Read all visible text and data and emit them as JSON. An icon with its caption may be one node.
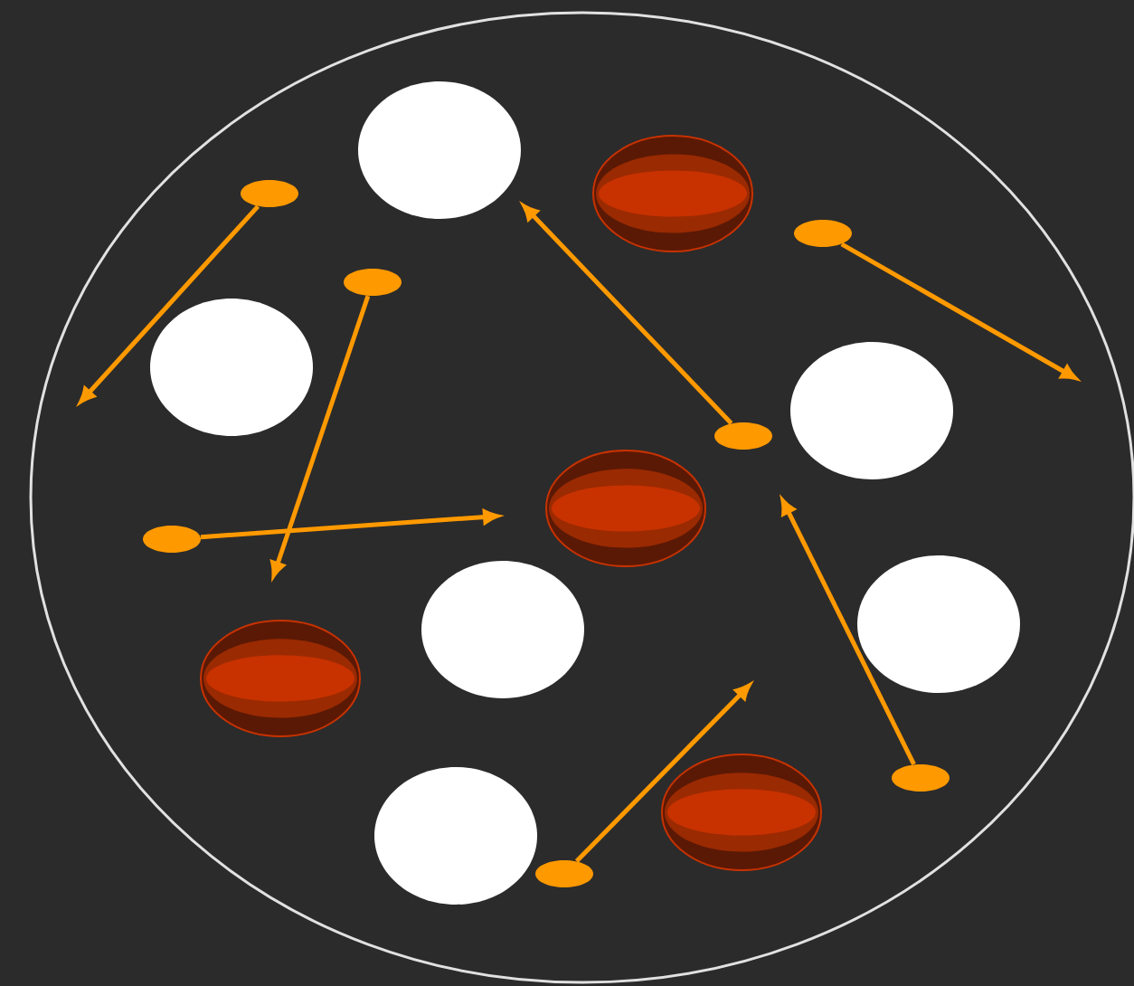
{
  "diagram": {
    "nodes": [
      {
        "text": [],
        "shape": "circle"
      },
      {
        "text": [],
        "shape": "circle",
        "in": 0
      },
      {
        "text": [],
        "shape": "dot",
        "in": 0
      },
      {
        "text": [],
        "shape": "circle",
        "in": 0
      },
      {
        "text": [],
        "shape": "dot",
        "in": 0
      },
      {
        "text": [],
        "shape": "dot",
        "in": 0
      },
      {
        "text": [],
        "shape": "circle",
        "in": 0
      },
      {
        "text": [],
        "shape": "circle",
        "in": 0
      },
      {
        "text": [],
        "shape": "dot",
        "in": 0
      },
      {
        "text": [],
        "shape": "circle",
        "in": 0
      },
      {
        "text": [],
        "shape": "dot",
        "in": 0
      },
      {
        "text": [],
        "shape": "circle",
        "in": 0
      },
      {
        "text": [],
        "shape": "circle",
        "in": 0
      },
      {
        "text": [],
        "shape": "circle",
        "in": 0
      },
      {
        "text": [],
        "shape": "dot",
        "in": 0
      },
      {
        "text": [],
        "shape": "circle",
        "in": 0
      },
      {
        "text": [],
        "shape": "circle",
        "in": 0
      },
      {
        "text": [],
        "shape": "dot",
        "in": 0
      }
    ],
    "edges": [
      {
        "from": 2,
        "to": null,
        "arrow": "to"
      },
      {
        "from": 5,
        "to": null,
        "arrow": "to"
      },
      {
        "from": 4,
        "to": null,
        "arrow": "to"
      },
      {
        "from": 8,
        "to": null,
        "arrow": "to"
      },
      {
        "from": 10,
        "to": null,
        "arrow": "to"
      },
      {
        "from": 14,
        "to": null,
        "arrow": "to"
      },
      {
        "from": 17,
        "to": null,
        "arrow": "to"
      }
    ]
  }
}
